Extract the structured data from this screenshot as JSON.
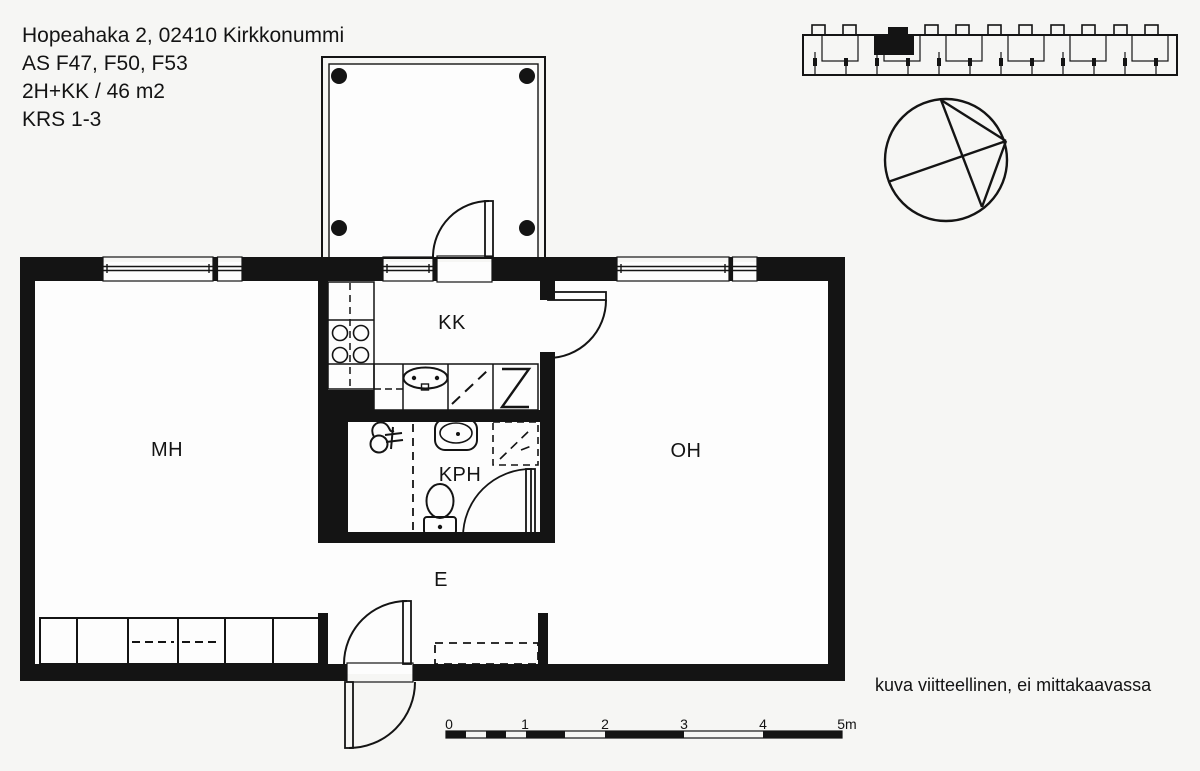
{
  "header": {
    "address": "Hopeahaka 2, 02410 Kirkkonummi",
    "apartments": "AS F47, F50, F53",
    "type_area": "2H+KK / 46 m2",
    "floors": "KRS 1-3"
  },
  "rooms": {
    "bedroom": "MH",
    "kitchenette": "KK",
    "living_room": "OH",
    "bathroom": "KPH",
    "hallway": "E"
  },
  "scale_bar": {
    "ticks": [
      "0",
      "1",
      "2",
      "3",
      "4",
      "5m"
    ]
  },
  "disclaimer": "kuva viitteellinen, ei mittakaavassa",
  "icons": {
    "compass": "north-arrow-compass",
    "site_plan": "building-outline-site-plan",
    "apartment_marker": "apartment-location-filled-black"
  },
  "colors": {
    "ink": "#141414",
    "background": "#f6f6f4",
    "floor": "#fdfdfd"
  }
}
